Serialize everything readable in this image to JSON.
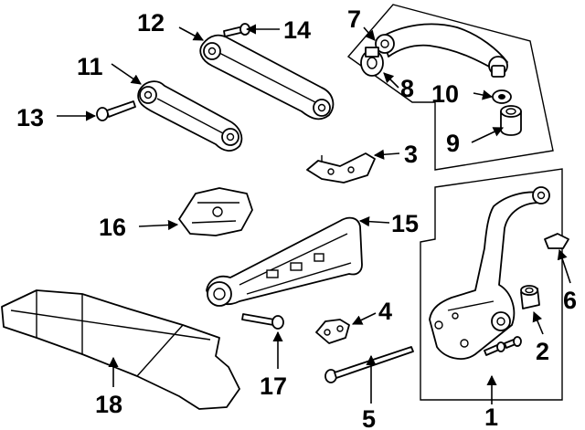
{
  "diagram": {
    "callouts": {
      "c1": "1",
      "c2": "2",
      "c3": "3",
      "c4": "4",
      "c5": "5",
      "c6": "6",
      "c7": "7",
      "c8": "8",
      "c9": "9",
      "c10": "10",
      "c11": "11",
      "c12": "12",
      "c13": "13",
      "c14": "14",
      "c15": "15",
      "c16": "16",
      "c17": "17",
      "c18": "18"
    },
    "colors": {
      "ink": "#000000",
      "paper": "#ffffff"
    }
  }
}
